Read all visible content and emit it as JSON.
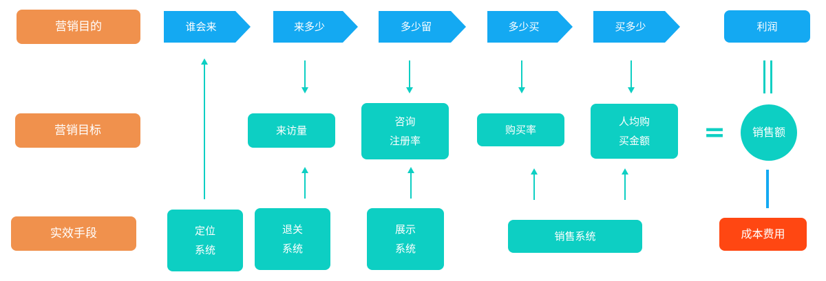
{
  "diagram": {
    "rows": {
      "purpose": "营销目的",
      "goal": "营销目标",
      "method": "实效手段"
    },
    "funnel_steps": [
      "谁会来",
      "来多少",
      "多少留",
      "多少买",
      "买多少"
    ],
    "profit": "利润",
    "metrics": {
      "visitor_volume": "来访量",
      "consult_line1": "咨询",
      "consult_line2": "注册率",
      "purchase_rate": "购买率",
      "avg_purchase_line1": "人均购",
      "avg_purchase_line2": "买金额",
      "equals": "=",
      "sales_amount": "销售额"
    },
    "systems": {
      "positioning_line1": "定位",
      "positioning_line2": "系统",
      "tuiguan_line1": "退关",
      "tuiguan_line2": "系统",
      "display_line1": "展示",
      "display_line2": "系统",
      "sales": "销售系统"
    },
    "cost": "成本费用"
  },
  "palette": {
    "orange": "#F0914D",
    "blue": "#14A9F2",
    "teal": "#0DCFC3",
    "red": "#FF4712",
    "background": "#FFFFFF"
  }
}
